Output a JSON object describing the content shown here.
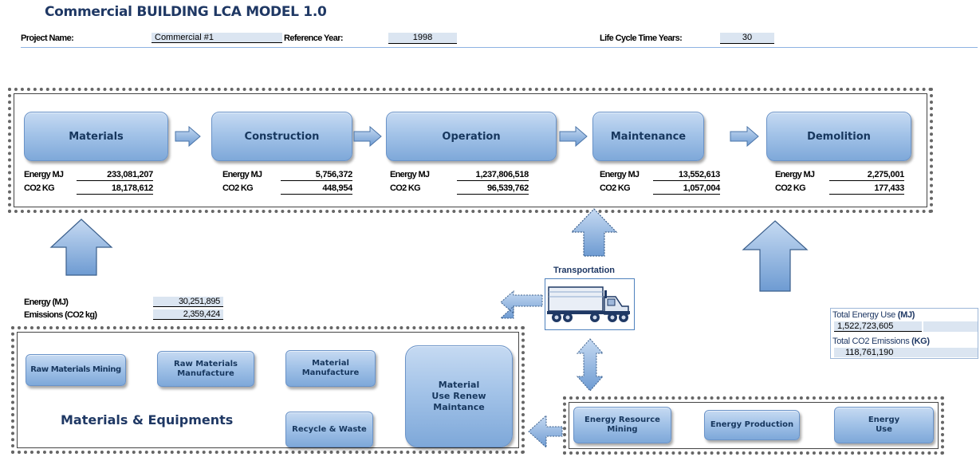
{
  "title": "Commercial BUILDING LCA MODEL 1.0",
  "header": {
    "project_name_label": "Project Name:",
    "project_name_value": "Commercial #1",
    "reference_year_label": "Reference Year:",
    "reference_year_value": "1998",
    "life_cycle_label": "Life Cycle Time Years:",
    "life_cycle_value": "30"
  },
  "stages": [
    {
      "name": "Materials",
      "energy_label": "Energy MJ",
      "energy": "233,081,207",
      "co2_label": "CO2 KG",
      "co2": "18,178,612"
    },
    {
      "name": "Construction",
      "energy_label": "Energy MJ",
      "energy": "5,756,372",
      "co2_label": "CO2 KG",
      "co2": "448,954"
    },
    {
      "name": "Operation",
      "energy_label": "Energy MJ",
      "energy": "1,237,806,518",
      "co2_label": "CO2 KG",
      "co2": "96,539,762"
    },
    {
      "name": "Maintenance",
      "energy_label": "Energy MJ",
      "energy": "13,552,613",
      "co2_label": "CO2 KG",
      "co2": "1,057,004"
    },
    {
      "name": "Demolition",
      "energy_label": "Energy MJ",
      "energy": "2,275,001",
      "co2_label": "CO2 KG",
      "co2": "177,433"
    }
  ],
  "materials_summary": {
    "energy_label": "Energy (MJ)",
    "energy_value": "30,251,895",
    "emissions_label": "Emissions (CO2 kg)",
    "emissions_value": "2,359,424"
  },
  "materials_box": {
    "title": "Materials & Equipments",
    "raw_mining": "Raw Materials Mining",
    "raw_manufacture": "Raw Materials Manufacture",
    "material_manufacture": "Material Manufacture",
    "material_use": "Material Use Renew Maintance",
    "recycle": "Recycle & Waste"
  },
  "transportation_label": "Transportation",
  "energy_chain": {
    "resource_mining": "Energy Resource Mining",
    "production": "Energy Production",
    "use": "Energy Use"
  },
  "totals": {
    "energy_label": "Total Energy Use",
    "energy_unit": "(MJ)",
    "energy_value": "1,522,723,605",
    "co2_label": "Total CO2 Emissions",
    "co2_unit": "(KG)",
    "co2_value": "118,761,190"
  },
  "colors": {
    "accent": "#8db3e2",
    "box_fill": "#a3c3e8",
    "box_text": "#17375e",
    "field_fill": "#dbe5f1"
  }
}
